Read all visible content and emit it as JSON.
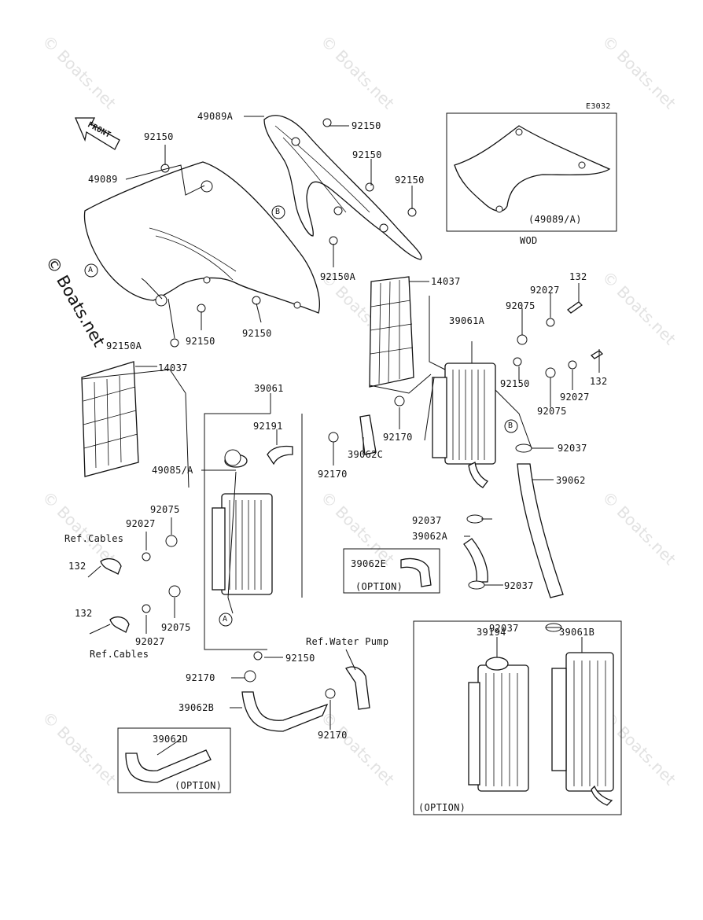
{
  "diagram_code": "E3032",
  "watermark": "© Boats.net",
  "front_label": "FRONT",
  "callouts": {
    "a": "A",
    "b": "B"
  },
  "boxes": {
    "wod": {
      "part": "(49089/A)",
      "caption": "WOD"
    },
    "hose_option": {
      "part": "39062E",
      "note": "(OPTION)"
    },
    "hose_d_option": {
      "part": "39062D",
      "note": "(OPTION)"
    },
    "radiator_option": {
      "left": "39194",
      "right": "39061B",
      "note": "(OPTION)"
    }
  },
  "labels": {
    "l49089A": "49089A",
    "l49089": "49089",
    "l92150_1": "92150",
    "l92150_2": "92150",
    "l92150_3": "92150",
    "l92150_4": "92150",
    "l92150_5": "92150",
    "l92150_6": "92150",
    "l92150_7": "92150",
    "l92150_8": "92150",
    "l92150A_1": "92150A",
    "l92150A_2": "92150A",
    "l14037_1": "14037",
    "l14037_2": "14037",
    "l39061A": "39061A",
    "l39061": "39061",
    "l92191": "92191",
    "l49085A": "49085/A",
    "l92075_1": "92075",
    "l92075_2": "92075",
    "l92075_3": "92075",
    "l92075_4": "92075",
    "l92027_1": "92027",
    "l92027_2": "92027",
    "l92027_3": "92027",
    "l92027_4": "92027",
    "l132_1": "132",
    "l132_2": "132",
    "l132_3": "132",
    "l132_4": "132",
    "l92170_1": "92170",
    "l92170_2": "92170",
    "l92170_3": "92170",
    "l92170_4": "92170",
    "l39062C": "39062C",
    "l92037_1": "92037",
    "l92037_2": "92037",
    "l92037_3": "92037",
    "l92037_4": "92037",
    "l39062": "39062",
    "l39062A": "39062A",
    "l39062B": "39062B",
    "refCables1": "Ref.Cables",
    "refCables2": "Ref.Cables",
    "refWaterPump": "Ref.Water Pump"
  }
}
